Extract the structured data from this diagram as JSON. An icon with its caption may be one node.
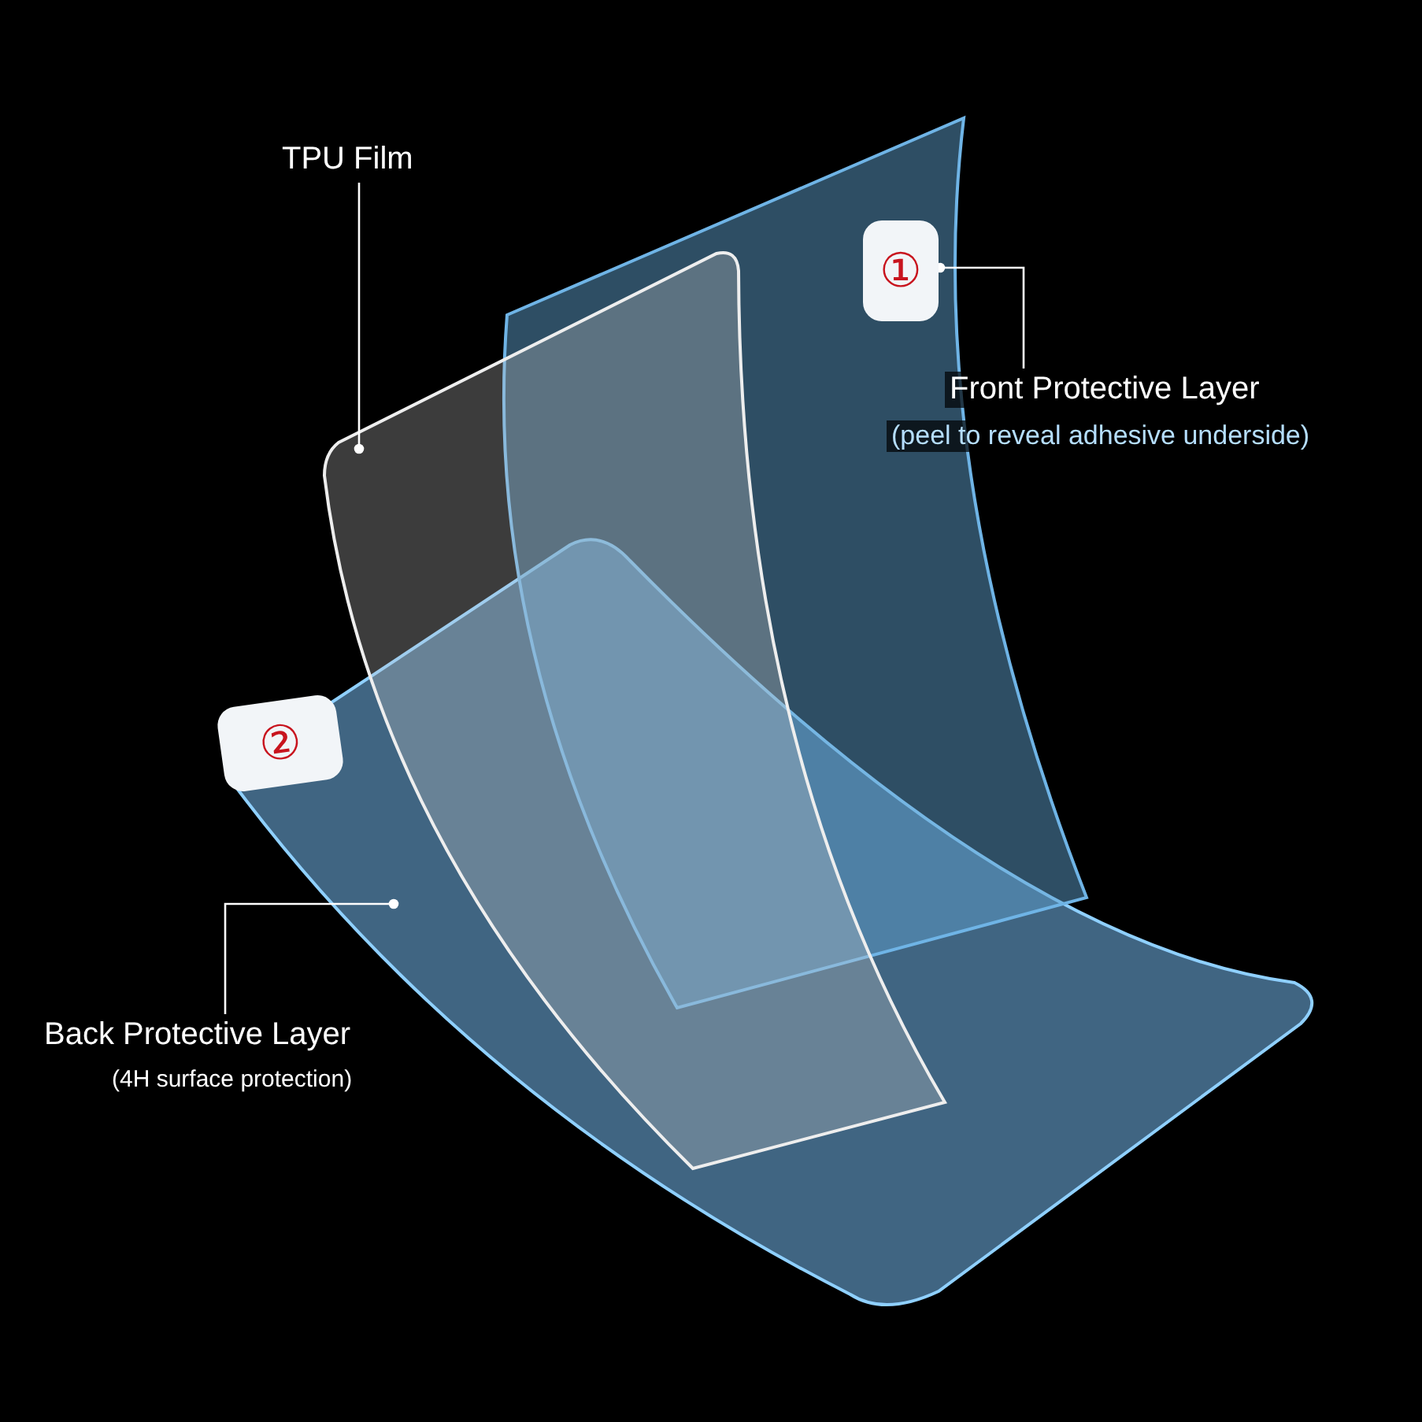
{
  "diagram": {
    "nodes": [
      {
        "text": [
          "TPU Film"
        ]
      },
      {
        "text": [],
        "shape": "picture"
      },
      {
        "text": [
          "Front Protective Layer",
          "(peel to reveal adhesive underside)"
        ]
      },
      {
        "text": [
          "①"
        ]
      },
      {
        "text": [],
        "shape": "picture"
      },
      {
        "text": [
          "Back Protective Layer",
          "(4H surface protection)"
        ]
      },
      {
        "text": [
          "②"
        ]
      }
    ],
    "edges": [
      {
        "from": 0,
        "to": 1,
        "arrow": "other"
      },
      {
        "from": 2,
        "to": 3,
        "arrow": "other"
      },
      {
        "from": 5,
        "to": 4,
        "arrow": "other"
      }
    ]
  }
}
